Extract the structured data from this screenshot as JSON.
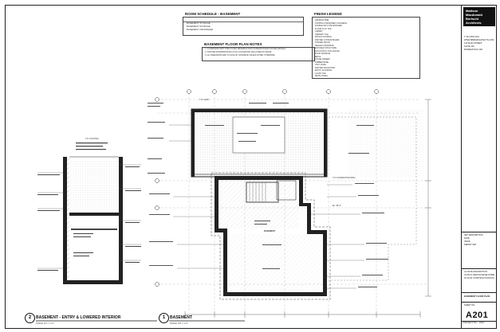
{
  "room_schedule": {
    "title": "ROOM SCHEDULE - BASEMENT",
    "rows": [
      "BASEMENT STORAGE",
      "BASEMENT STORAGE",
      "BASEMENT UNFINISHED"
    ]
  },
  "finish_legend": {
    "title": "FINISH LEGEND",
    "rows": [
      "GEORGIA PINE",
      "TOPPING UNFINISHED CONCRETE",
      "DOUBLE 5/8 GYPSUM BOARD",
      "FLOOR CLAY TILE",
      "CARPET",
      "CERAMIC TILE",
      "WOOD FLOORING",
      "PAINTED GYPSUM BOARD",
      "STAINED WOOD",
      "SEALED CONCRETE",
      "EXPOSED STRUCTURE",
      "ACOUSTICAL TILE CEILING",
      "SOLID SURFACE",
      "BRICK",
      "STONE VENEER",
      "RUBBER BASE",
      "VINYL BASE",
      "PAINTED WOOD TRIM",
      "EPOXY FLOORING",
      "GLASS TILE",
      "METAL PANEL"
    ]
  },
  "floor_plan_notes": {
    "title": "BASEMENT FLOOR PLAN NOTES",
    "rows": [
      "1. COORDINATE WITH STRUCTURAL DRAWINGS FOR FOUNDATION AND FOOTING DETAILS",
      "2. PROVIDE WATERPROOFING AT ALL FOUNDATION WALLS BELOW GRADE",
      "3. ALL DIMENSIONS ARE TO FACE OF CONCRETE UNLESS NOTED OTHERWISE"
    ]
  },
  "drawings": [
    {
      "number": "2",
      "title": "BASEMENT - ENTRY & LOWERED INTERIOR",
      "scale": "SCALE: 1/4\" = 1'-0\""
    },
    {
      "number": "1",
      "title": "BASEMENT",
      "scale": "SCALE: 1/8\" = 1'-0\""
    }
  ],
  "plan_labels": [
    "T.O. FOOTING",
    "T.O. SLAB",
    "T.O. WALL",
    "BASEMENT",
    "T.O. FOUNDATION WALL",
    "EL. 95'-4\""
  ],
  "title_block": {
    "firm": "Mattson Macdonald Bertschi Architects",
    "lines": [
      "T: 612-555-0101",
      "WWW.MMBARCHITECTS.COM",
      "123 MAIN STREET",
      "SUITE 100",
      "MINNEAPOLIS, MN"
    ],
    "project_lines": [
      "SET DESCRIPTION",
      "DATE",
      "ISSUE",
      "PERMIT SET"
    ],
    "revisions": [
      "A1  DATE  DESCRIPTION",
      "01  08.21  DESIGN DEVELOPMENT",
      "02  10.04  CONSTRUCTION DOCUMENTS"
    ],
    "sheet_title": "BASEMENT FLOOR PLAN",
    "sheet_label": "SHEET NO.",
    "sheet_number": "A201",
    "footer": [
      "PROJECT NO.",
      "2019",
      "DATE",
      "07.15.19"
    ]
  },
  "colors": {
    "ink": "#111111",
    "wall_fill": "#222222",
    "hatch": "#9a9a9a",
    "grid": "#bbbbbb"
  }
}
